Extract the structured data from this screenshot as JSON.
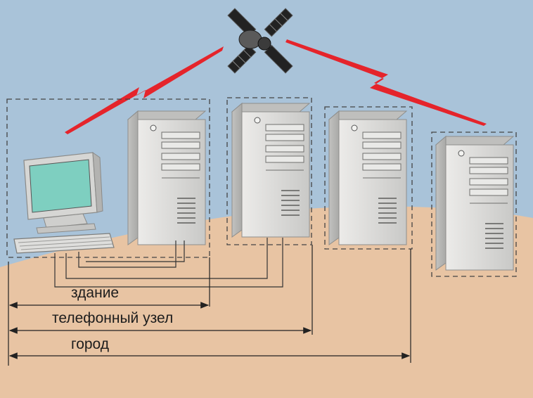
{
  "labels": {
    "building": "здание",
    "exchange": "телефонный узел",
    "city": "город"
  },
  "colors": {
    "sky": "#a9c3d9",
    "ground": "#e8c4a3",
    "signal": "#e5242b",
    "case": "#d8d8d6",
    "screen": "#7ecfc0",
    "line": "#333333"
  },
  "icons": [
    "satellite-icon",
    "monitor-icon",
    "keyboard-icon",
    "server-icon",
    "signal-bolt-icon"
  ]
}
